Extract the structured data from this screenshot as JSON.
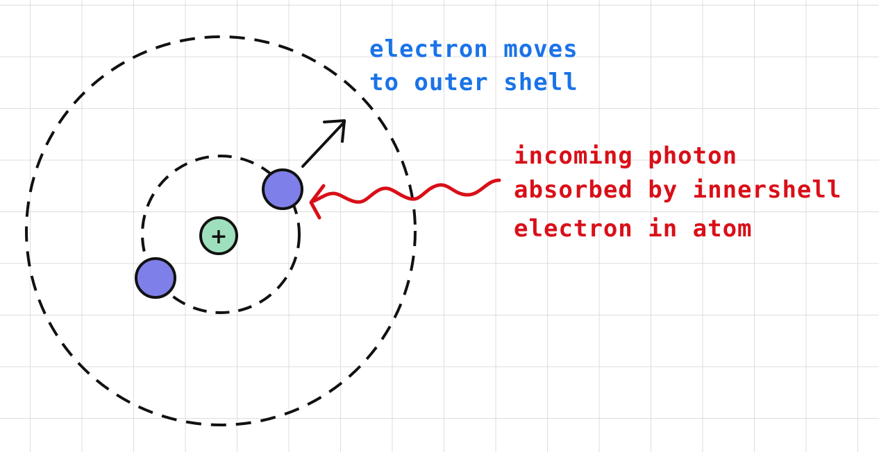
{
  "labels": {
    "electron_moves_line1": "electron moves",
    "electron_moves_line2": "to outer shell",
    "photon_line1": "incoming photon",
    "photon_line2": "absorbed by innershell",
    "photon_line3": "electron in atom"
  },
  "nucleus": {
    "symbol": "+"
  },
  "colors": {
    "grid": "#dcdcdc",
    "shell": "#111111",
    "electron_fill": "#7f7fea",
    "nucleus_fill": "#9ee0bd",
    "blue_text": "#1a73e8",
    "red_text": "#d90f18",
    "photon_wave": "#d90f18",
    "arrow": "#111111"
  },
  "icons": {
    "electron": "filled-circle",
    "nucleus": "plus-in-circle",
    "photon": "wavy-arrow",
    "transition": "straight-arrow"
  }
}
